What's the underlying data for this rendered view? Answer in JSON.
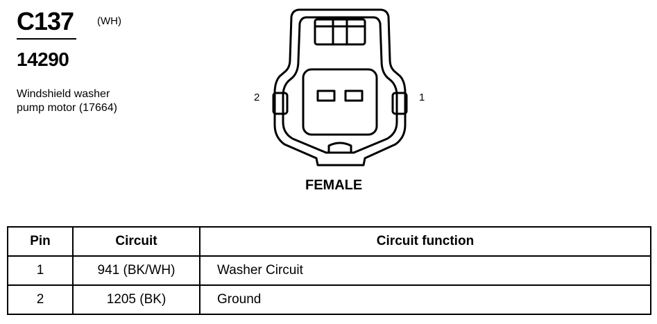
{
  "connector": {
    "id": "C137",
    "color_code": "(WH)",
    "part_number": "14290",
    "description_lines": [
      "Windshield washer",
      "pump motor (17664)"
    ],
    "gender": "FEMALE",
    "pin_labels": {
      "left": "2",
      "right": "1"
    }
  },
  "pinout_table": {
    "headers": [
      "Pin",
      "Circuit",
      "Circuit function"
    ],
    "rows": [
      {
        "pin": "1",
        "circuit": "941 (BK/WH)",
        "function": "Washer Circuit"
      },
      {
        "pin": "2",
        "circuit": "1205 (BK)",
        "function": "Ground"
      }
    ]
  }
}
